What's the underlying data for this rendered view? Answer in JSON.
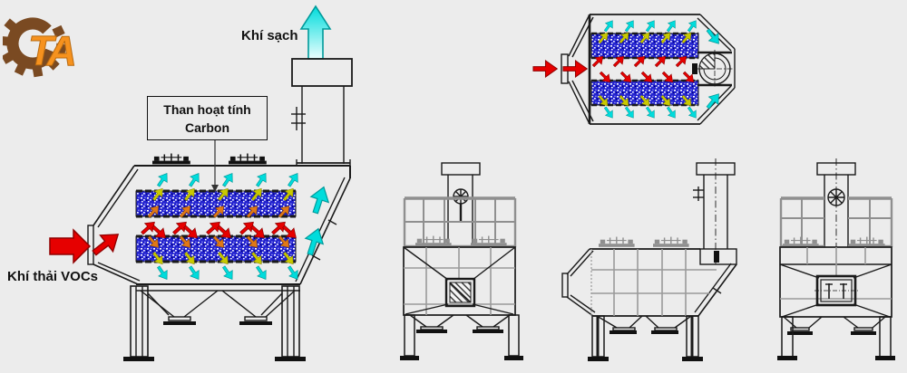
{
  "logo": {
    "text": "TA"
  },
  "labels": {
    "clean_air": "Khí sạch",
    "carbon_line1": "Than hoạt tính",
    "carbon_line2": "Carbon",
    "voc_exhaust": "Khí thải VOCs"
  },
  "colors": {
    "bg": "#ececec",
    "line": "#1a1a1a",
    "red": "#e60000",
    "orange": "#e07818",
    "yellow": "#c9c900",
    "green": "#2fbf71",
    "cyan": "#00dcdc",
    "bed_blue": "#2323cf",
    "structure_gray": "#8f8f8f",
    "gear_brown": "#7a4a22",
    "logo_orange": "#f6921e"
  }
}
